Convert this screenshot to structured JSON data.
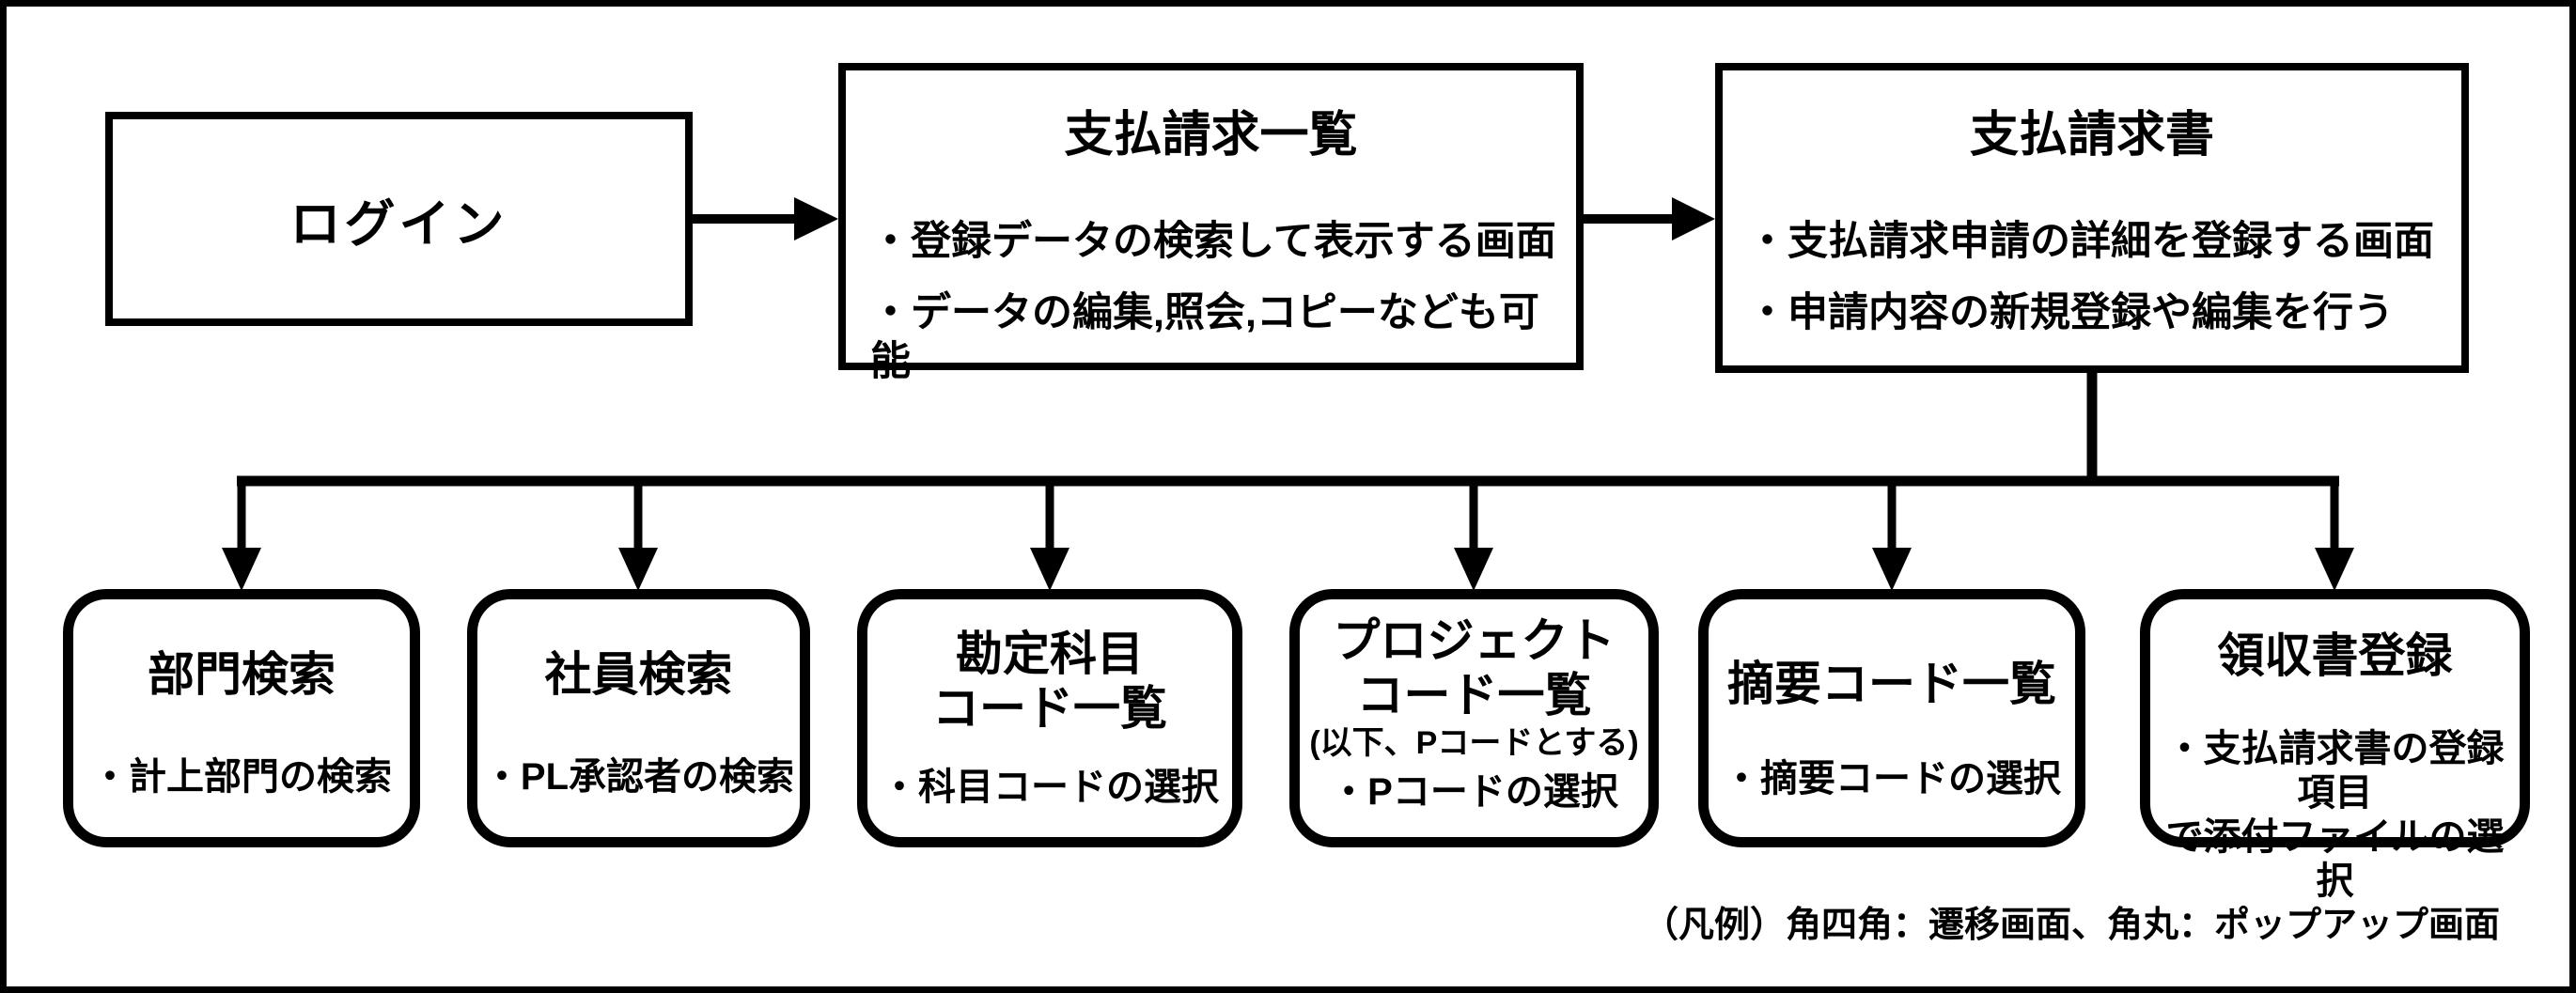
{
  "diagram": {
    "legend": "（凡例）角四角：遷移画面、角丸：ポップアップ画面",
    "colors": {
      "line": "#000000",
      "background": "#ffffff"
    },
    "nodes": {
      "login": {
        "title": "ログイン"
      },
      "payment_list": {
        "title": "支払請求一覧",
        "bullets": [
          "・登録データの検索して表示する画面",
          "・データの編集,照会,コピーなども可能"
        ]
      },
      "payment_form": {
        "title": "支払請求書",
        "bullets": [
          "・支払請求申請の詳細を登録する画面",
          "・申請内容の新規登録や編集を行う"
        ]
      },
      "dept_search": {
        "title": "部門検索",
        "bullet": "・計上部門の検索"
      },
      "employee_search": {
        "title": "社員検索",
        "bullet": "・PL承認者の検索"
      },
      "account_code_list": {
        "title": "勘定科目\nコード一覧",
        "bullet": "・科目コードの選択"
      },
      "project_code_list": {
        "title": "プロジェクト\nコード一覧",
        "note": "(以下、Pコードとする)",
        "bullet": "・Pコードの選択"
      },
      "summary_code_list": {
        "title": "摘要コード一覧",
        "bullet": "・摘要コードの選択"
      },
      "receipt_register": {
        "title": "領収書登録",
        "bullet": "・支払請求書の登録項目\nで添付ファイルの選択"
      }
    }
  }
}
